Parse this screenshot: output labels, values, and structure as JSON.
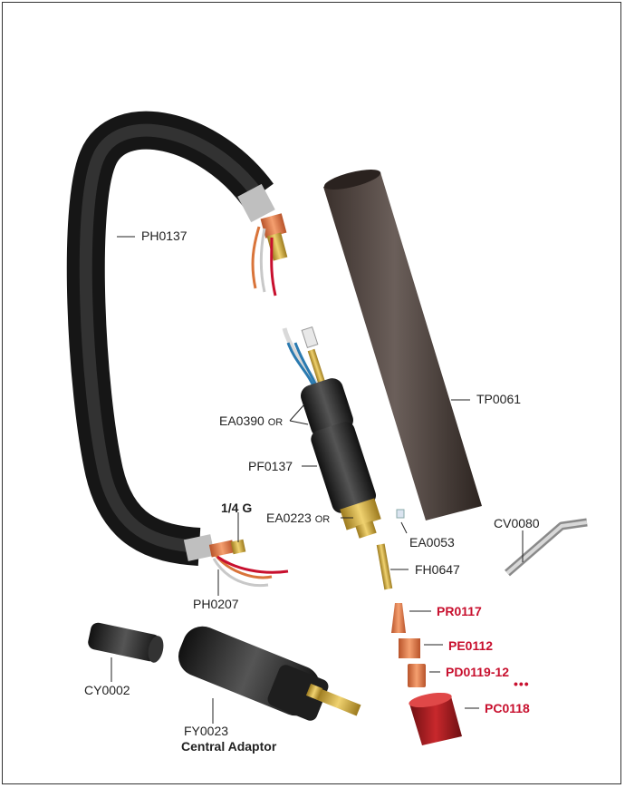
{
  "labels": {
    "ph0137": "PH0137",
    "tp0061": "TP0061",
    "ea0390": "EA0390",
    "ea0390_or": "OR",
    "pf0137": "PF0137",
    "quarter_g": "1/4 G",
    "ea0223": "EA0223",
    "ea0223_or": "OR",
    "ea0053": "EA0053",
    "cv0080": "CV0080",
    "fh0647": "FH0647",
    "ph0207": "PH0207",
    "pr0117": "PR0117",
    "pe0112": "PE0112",
    "pd0119": "PD0119-12",
    "pd0119_dots": "•••",
    "pc0118": "PC0118",
    "cy0002": "CY0002",
    "fy0023": "FY0023",
    "central_adaptor": "Central Adaptor"
  },
  "colors": {
    "part_number": "#222222",
    "consumable_part_number": "#c8102e",
    "hose": "#2b2b2b",
    "copper": "#d9743a",
    "brass": "#c9a030"
  }
}
